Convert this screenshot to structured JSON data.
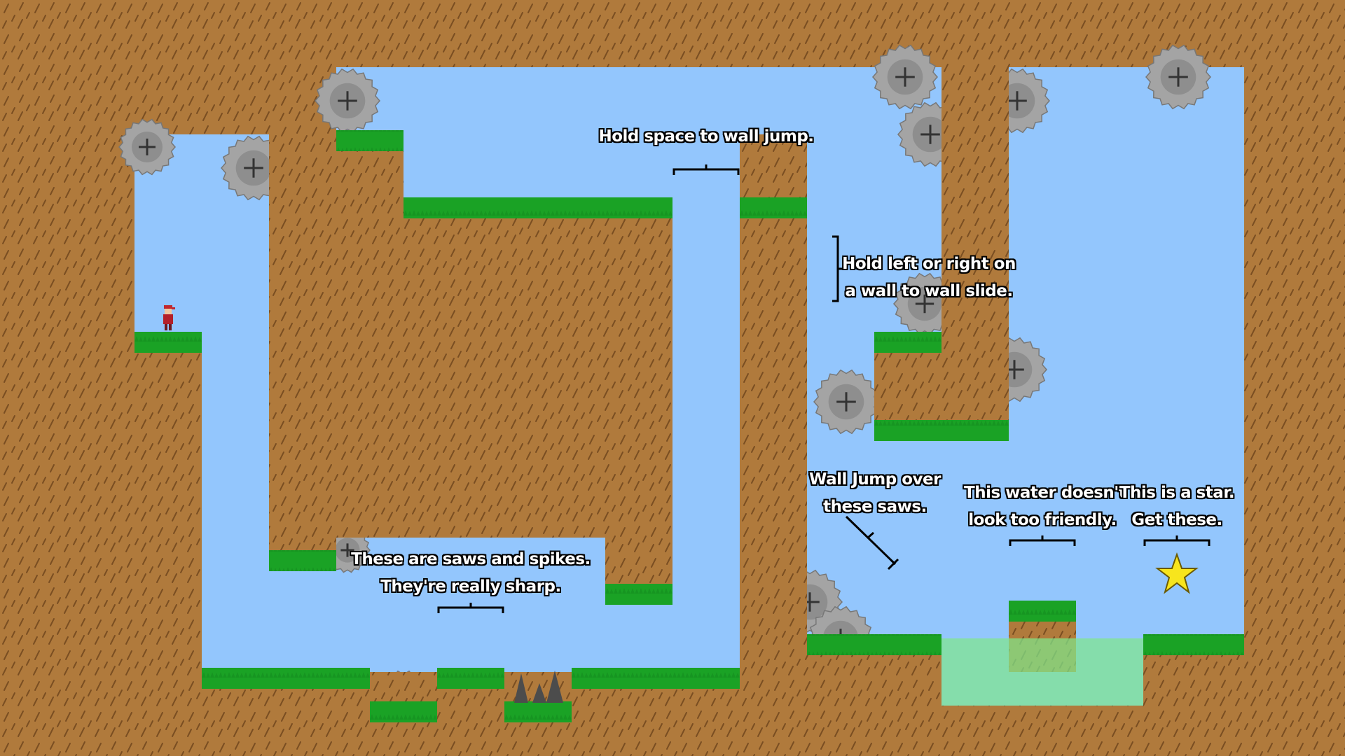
{
  "level": {
    "colors": {
      "dirt": "#b07a3c",
      "dirt_stroke": "#7a4e22",
      "sky": "#93c6fd",
      "grass": "#1aa225",
      "grass_dark": "#0f7f1b",
      "water": "#7fe68a",
      "saw": "#a4a4a4",
      "spike": "#4c4c4c",
      "star": "#f7e51d",
      "text": "#ffffff",
      "text_outline": "#000000"
    },
    "player": {
      "name": "player-character",
      "icon": "red-capped-boy-sprite"
    },
    "goal": {
      "icon": "star-icon"
    },
    "hazards": {
      "saw_icon": "spinning-saw-blade-icon",
      "spike_icon": "spike-icon"
    }
  },
  "tooltips": {
    "wall_jump": {
      "lines": [
        "Hold space to wall jump."
      ]
    },
    "wall_slide": {
      "lines": [
        "Hold left or right on",
        "a wall to wall slide."
      ]
    },
    "saws_spikes": {
      "lines": [
        "These are saws and spikes.",
        "They're really sharp."
      ]
    },
    "jump_over_saws": {
      "lines": [
        "Wall Jump over",
        "these saws."
      ]
    },
    "water": {
      "lines": [
        "This water doesn't",
        "look too friendly."
      ]
    },
    "star": {
      "lines": [
        "This is a star.",
        "Get these."
      ]
    }
  }
}
